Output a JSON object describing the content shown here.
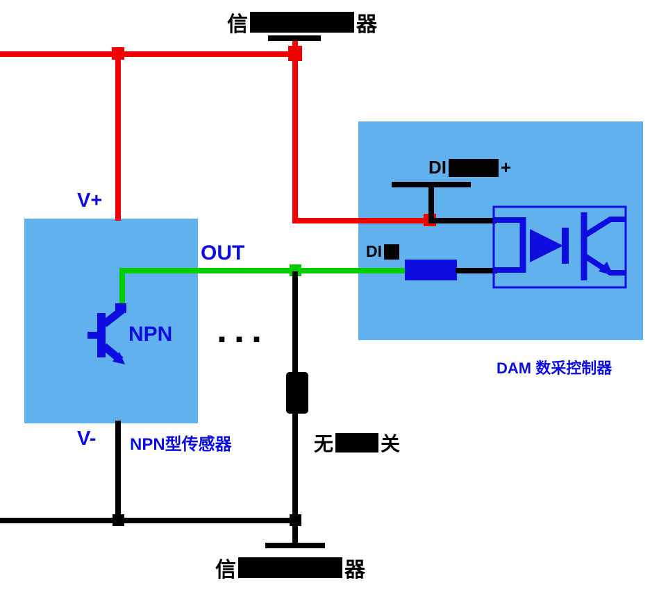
{
  "labels": {
    "top_power_lead": {
      "prefix": "信",
      "suffix": "器"
    },
    "bottom_power_lead": {
      "prefix": "信",
      "suffix": "器"
    },
    "v_plus": "V+",
    "v_minus": "V-",
    "out": "OUT",
    "npn": "NPN",
    "sensor_caption": "NPN型传感器",
    "controller_caption": "DAM 数采控制器",
    "di_pin": "DI",
    "dry_contact": {
      "prefix": "DI",
      "suffix": "+"
    },
    "passive_switch": {
      "prefix": "无",
      "suffix": "关"
    },
    "ellipsis": "..."
  },
  "colors": {
    "panel_blue": "#62b1ef",
    "component_blue": "#0d0de0",
    "wire_red": "#f20000",
    "wire_green": "#00cc00",
    "wire_black": "#000000"
  }
}
